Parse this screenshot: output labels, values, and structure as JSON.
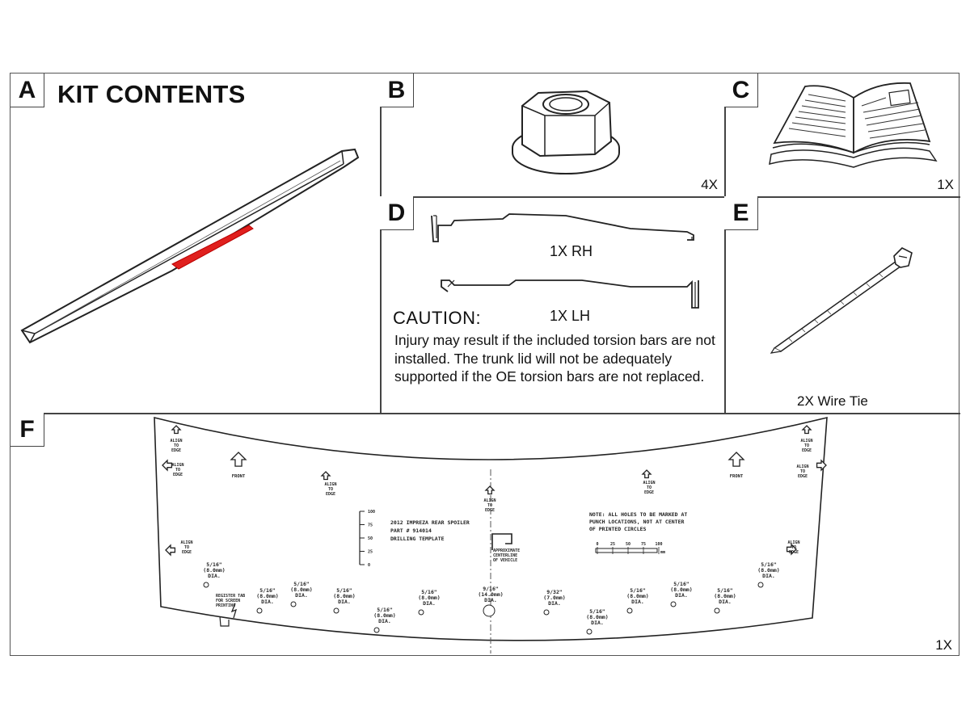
{
  "panels": {
    "a": {
      "letter": "A",
      "title": "KIT CONTENTS"
    },
    "b": {
      "letter": "B",
      "qty": "4X"
    },
    "c": {
      "letter": "C",
      "qty": "1X"
    },
    "d": {
      "letter": "D",
      "rh_label": "1X RH",
      "lh_label": "1X LH",
      "caution_title": "CAUTION:",
      "caution_text": "Injury may result if the included torsion bars are not installed. The trunk lid will not be adequately supported if the OE torsion bars are not replaced."
    },
    "e": {
      "letter": "E",
      "caption": "2X Wire Tie"
    },
    "f": {
      "letter": "F",
      "qty": "1X"
    }
  },
  "template": {
    "title_lines": [
      "2012 IMPREZA REAR SPOILER",
      "PART # 914014",
      "DRILLING TEMPLATE"
    ],
    "note_lines": [
      "NOTE: ALL HOLES TO BE MARKED AT",
      "PUNCH LOCATIONS, NOT AT CENTER",
      "OF PRINTED CIRCLES"
    ],
    "approx_lines": [
      "APPROXIMATE",
      "CENTERLINE",
      "OF VEHICLE"
    ],
    "register_lines": [
      "REGISTER TAB",
      "FOR SCREEN",
      "PRINTING"
    ],
    "align_lines": [
      "ALIGN",
      "TO",
      "EDGE"
    ],
    "front_label": "FRONT",
    "vscale_ticks": [
      "100",
      "75",
      "50",
      "25",
      "0"
    ],
    "hscale_ticks": [
      "0",
      "25",
      "50",
      "75",
      "100"
    ],
    "scale_unit": "mm",
    "holes": [
      {
        "size": "5/16\"",
        "mm": "(8.0mm)",
        "dia": "DIA."
      },
      {
        "size": "5/16\"",
        "mm": "(8.0mm)",
        "dia": "DIA."
      },
      {
        "size": "5/16\"",
        "mm": "(8.0mm)",
        "dia": "DIA."
      },
      {
        "size": "5/16\"",
        "mm": "(8.0mm)",
        "dia": "DIA."
      },
      {
        "size": "5/16\"",
        "mm": "(8.0mm)",
        "dia": "DIA."
      },
      {
        "size": "5/16\"",
        "mm": "(8.0mm)",
        "dia": "DIA."
      },
      {
        "size": "9/16\"",
        "mm": "(14.0mm)",
        "dia": "DIA."
      },
      {
        "size": "9/32\"",
        "mm": "(7.0mm)",
        "dia": "DIA."
      },
      {
        "size": "5/16\"",
        "mm": "(8.0mm)",
        "dia": "DIA."
      },
      {
        "size": "5/16\"",
        "mm": "(8.0mm)",
        "dia": "DIA."
      },
      {
        "size": "5/16\"",
        "mm": "(8.0mm)",
        "dia": "DIA."
      },
      {
        "size": "5/16\"",
        "mm": "(8.0mm)",
        "dia": "DIA."
      },
      {
        "size": "5/16\"",
        "mm": "(8.0mm)",
        "dia": "DIA."
      }
    ]
  },
  "colors": {
    "highlight": "#e0201e",
    "line": "#222222",
    "border": "#444444"
  }
}
